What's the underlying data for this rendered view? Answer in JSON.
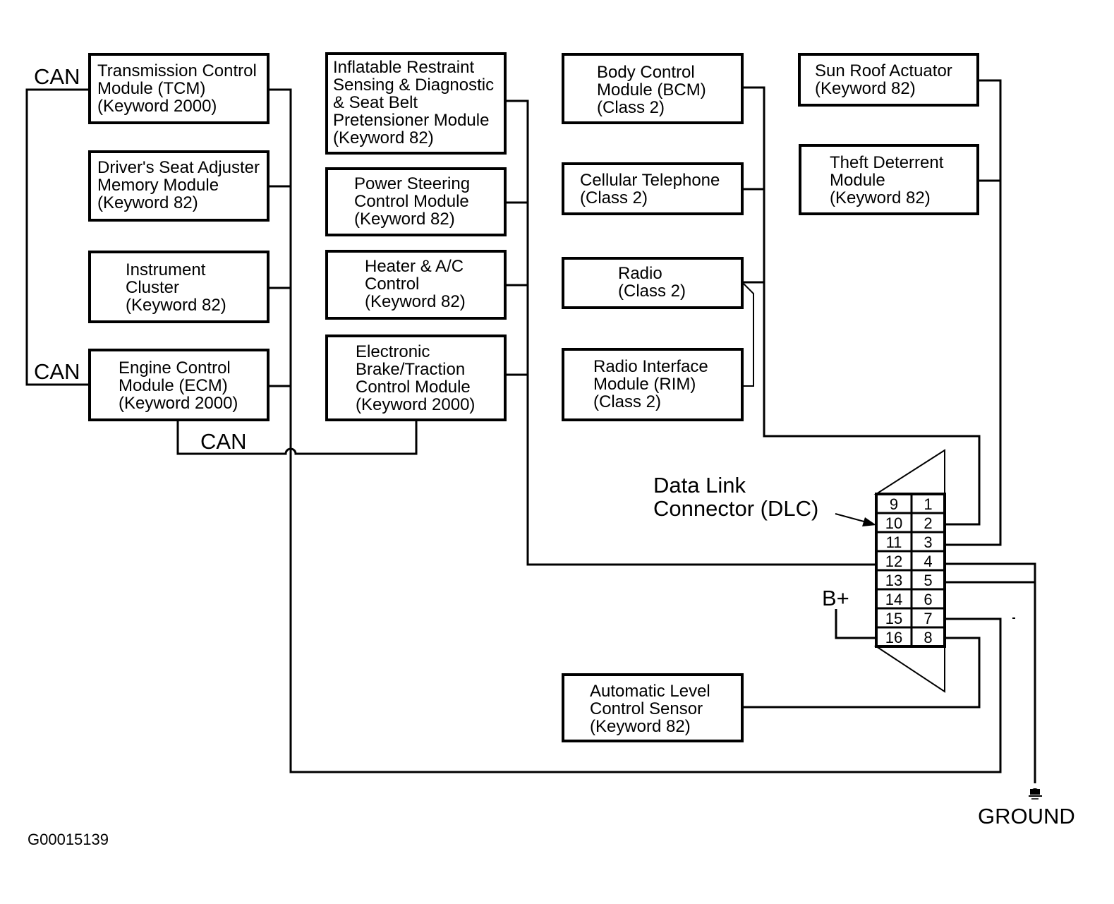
{
  "diagram": {
    "figure_id": "G00015139",
    "modules": [
      {
        "id": "tcm",
        "lines": [
          "Transmission Control",
          "Module (TCM)",
          "(Keyword 2000)"
        ]
      },
      {
        "id": "seat",
        "lines": [
          "Driver's Seat Adjuster",
          "Memory Module",
          "(Keyword 82)"
        ]
      },
      {
        "id": "ipc",
        "lines": [
          "Instrument",
          "Cluster",
          "(Keyword 82)"
        ]
      },
      {
        "id": "ecm",
        "lines": [
          "Engine Control",
          "Module (ECM)",
          "(Keyword 2000)"
        ]
      },
      {
        "id": "sdm",
        "lines": [
          "Inflatable Restraint",
          "Sensing & Diagnostic",
          "& Seat Belt",
          "Pretensioner Module",
          "(Keyword 82)"
        ]
      },
      {
        "id": "psc",
        "lines": [
          "Power Steering",
          "Control Module",
          "(Keyword 82)"
        ]
      },
      {
        "id": "hvac",
        "lines": [
          "Heater & A/C",
          "Control",
          "(Keyword 82)"
        ]
      },
      {
        "id": "ebtcm",
        "lines": [
          "Electronic",
          "Brake/Traction",
          "Control Module",
          "(Keyword 2000)"
        ]
      },
      {
        "id": "bcm",
        "lines": [
          "Body Control",
          "Module (BCM)",
          "(Class 2)"
        ]
      },
      {
        "id": "phone",
        "lines": [
          "Cellular Telephone",
          "(Class 2)"
        ]
      },
      {
        "id": "radio",
        "lines": [
          "Radio",
          "(Class 2)"
        ]
      },
      {
        "id": "rim",
        "lines": [
          "Radio Interface",
          "Module (RIM)",
          "(Class 2)"
        ]
      },
      {
        "id": "sunroof",
        "lines": [
          "Sun Roof Actuator",
          "(Keyword 82)"
        ]
      },
      {
        "id": "theft",
        "lines": [
          "Theft Deterrent",
          "Module",
          "(Keyword 82)"
        ]
      },
      {
        "id": "elc",
        "lines": [
          "Automatic Level",
          "Control Sensor",
          "(Keyword 82)"
        ]
      }
    ],
    "labels": {
      "can_top": "CAN",
      "can_mid": "CAN",
      "can_bottom": "CAN",
      "dlc_line1": "Data Link",
      "dlc_line2": "Connector (DLC)",
      "bplus": "B+",
      "ground": "GROUND"
    },
    "dlc_pins": {
      "left": [
        "9",
        "10",
        "11",
        "12",
        "13",
        "14",
        "15",
        "16"
      ],
      "right": [
        "1",
        "2",
        "3",
        "4",
        "5",
        "6",
        "7",
        "8"
      ]
    }
  }
}
